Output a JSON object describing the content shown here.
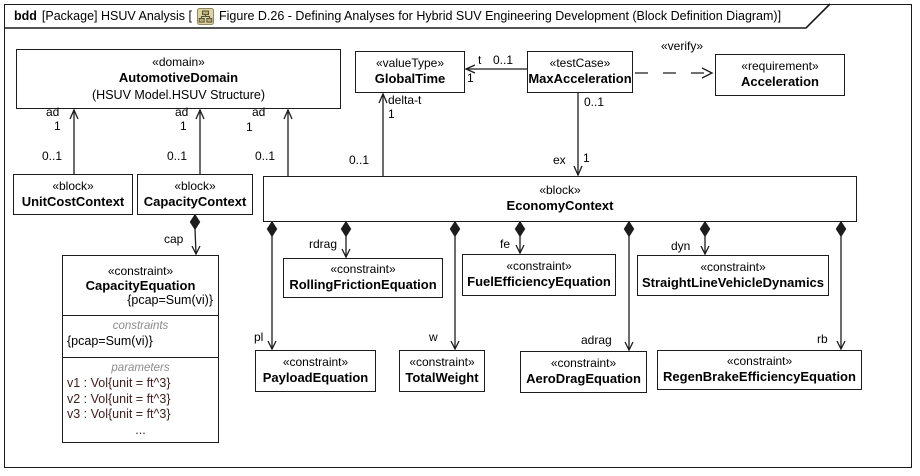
{
  "frame": {
    "keyword": "bdd",
    "title": "[Package] HSUV Analysis [",
    "figure": "Figure D.26 - Defining Analyses for Hybrid SUV Engineering Development (Block Definition Diagram)",
    "close_bracket": "]"
  },
  "nodes": {
    "automotive_domain": {
      "stereotype": "«domain»",
      "name": "AutomotiveDomain",
      "note": "(HSUV Model.HSUV Structure)"
    },
    "global_time": {
      "stereotype": "«valueType»",
      "name": "GlobalTime"
    },
    "max_acceleration": {
      "stereotype": "«testCase»",
      "name": "MaxAcceleration"
    },
    "acceleration": {
      "stereotype": "«requirement»",
      "name": "Acceleration"
    },
    "unit_cost_context": {
      "stereotype": "«block»",
      "name": "UnitCostContext"
    },
    "capacity_context": {
      "stereotype": "«block»",
      "name": "CapacityContext"
    },
    "economy_context": {
      "stereotype": "«block»",
      "name": "EconomyContext"
    },
    "capacity_equation": {
      "stereotype": "«constraint»",
      "name": "CapacityEquation",
      "constraint_expr": "{pcap=Sum(vi)}",
      "constraints_label": "constraints",
      "constraint_item": "{pcap=Sum(vi)}",
      "parameters_label": "parameters",
      "param_1": "v1 : Vol{unit = ft^3}",
      "param_2": "v2 : Vol{unit = ft^3}",
      "param_3": "v3 : Vol{unit = ft^3}",
      "param_more": "..."
    },
    "rolling_friction_equation": {
      "stereotype": "«constraint»",
      "name": "RollingFrictionEquation"
    },
    "fuel_efficiency_equation": {
      "stereotype": "«constraint»",
      "name": "FuelEfficiencyEquation"
    },
    "straight_line_vehicle_dynamics": {
      "stereotype": "«constraint»",
      "name": "StraightLineVehicleDynamics"
    },
    "payload_equation": {
      "stereotype": "«constraint»",
      "name": "PayloadEquation"
    },
    "total_weight": {
      "stereotype": "«constraint»",
      "name": "TotalWeight"
    },
    "aero_drag_equation": {
      "stereotype": "«constraint»",
      "name": "AeroDragEquation"
    },
    "regen_brake_efficiency_equation": {
      "stereotype": "«constraint»",
      "name": "RegenBrakeEfficiencyEquation"
    }
  },
  "edges": {
    "verify": "«verify»",
    "ad_unit_cost": {
      "role": "ad",
      "target_mult": "1",
      "source_mult": "0..1"
    },
    "ad_capacity": {
      "role": "ad",
      "target_mult": "1",
      "source_mult": "0..1"
    },
    "ad_economy": {
      "role": "ad",
      "target_mult": "1",
      "source_mult": "0..1"
    },
    "delta_t": {
      "role": "delta-t",
      "target_mult": "1",
      "source_mult": "0..1"
    },
    "ex": {
      "role": "ex",
      "target_mult": "1",
      "source_mult": "0..1"
    },
    "t": {
      "role": "t",
      "target_mult": "1",
      "source_mult": "0..1"
    },
    "cap": "cap",
    "pl": "pl",
    "rdrag": "rdrag",
    "w": "w",
    "fe": "fe",
    "adrag": "adrag",
    "dyn": "dyn",
    "rb": "rb"
  }
}
